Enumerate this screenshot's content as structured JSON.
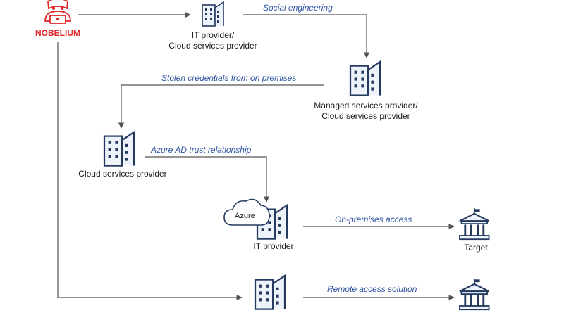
{
  "actor": {
    "label": "NOBELIUM",
    "color": "#e0262a"
  },
  "nodes": {
    "it_cloud_provider": {
      "line1": "IT provider/",
      "line2": "Cloud services provider"
    },
    "managed_provider": {
      "line1": "Managed services provider/",
      "line2": "Cloud services provider"
    },
    "cloud_provider": {
      "label": "Cloud services provider"
    },
    "it_provider": {
      "label": "IT provider",
      "cloud_label": "Azure"
    },
    "target": {
      "label": "Target"
    }
  },
  "edges": {
    "social_engineering": "Social engineering",
    "stolen_credentials": "Stolen credentials from on premises",
    "azure_ad_trust": "Azure AD trust relationship",
    "on_premises_access": "On-premises access",
    "remote_access": "Remote access solution"
  },
  "colors": {
    "edge_text": "#2f55a4",
    "line": "#555555",
    "icon_stroke": "#243a5e",
    "icon_fill": "#eef2fa"
  }
}
